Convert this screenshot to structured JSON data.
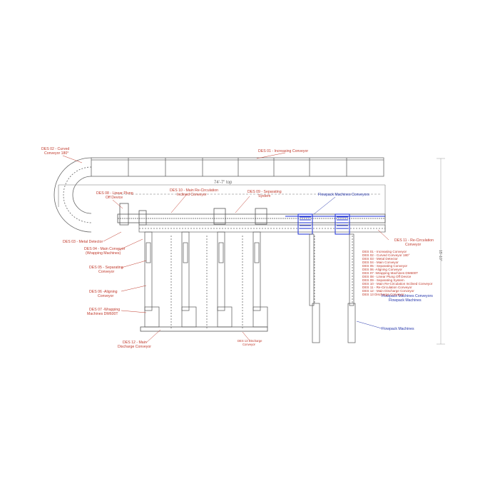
{
  "title": "",
  "dimension_top": "74'-7\" top",
  "dimension_right": "15'-10\"",
  "labels": {
    "des02": [
      "DES 02 - Curved",
      "Conveyor 180°"
    ],
    "des01": [
      "DES 01 - Increasing Conveyor"
    ],
    "des08": [
      "DES 08 - Linear Plung",
      "Off Device"
    ],
    "des10": [
      "DES 10 - Main Re-Circulation",
      "Inclined Conveyor"
    ],
    "des09": [
      "DES 09 - Separating",
      "System"
    ],
    "flowpack_top": [
      "Flowpack Machines Conveyors"
    ],
    "des03": [
      "DES 03 - Metal Detector"
    ],
    "des04": [
      "DES 04 - Main Conveyor",
      "(Wrapping Machines)"
    ],
    "des11": [
      "DES 11 - Re-Circulation",
      "Conveyor"
    ],
    "des05": [
      "DES 05 - Separating",
      "Conveyor"
    ],
    "des06": [
      "DES 06 -Aligning",
      "Conveyor"
    ],
    "des07": [
      "DES 07 -Wrapping",
      "Machines DM600T"
    ],
    "des12": [
      "DES 12 - Main",
      "Discharge Conveyor"
    ],
    "des13": [
      "DES 13 Discharge",
      "Conveyor"
    ],
    "flowpack_conv": [
      "Flowpack Machines Conveyors",
      "Flowpack Machines"
    ],
    "flowpack_mach": [
      "Flowpack Machines"
    ]
  },
  "legend": [
    "DES 01 - Increasing Conveyor",
    "DES 02 - Curved Conveyor 180°",
    "DES 03 - Metal Detector",
    "DES 04 - Main Conveyor",
    "DES 05 - Separating Conveyor",
    "DES 06 -Aligning Conveyor",
    "DES 07 -Wrapping Machines DM600T",
    "DES 08 - Linear Plung Off Device",
    "DES 09 - Separating System",
    "DES 10 - Main Re-Circulation Inclined Conveyor",
    "DES 11 - Re-Circulation Conveyor",
    "DES 12 - Main Discharge Conveyor",
    "DES 13 Discharge Conveyor"
  ],
  "colors": {
    "label_red": "#c0392b",
    "label_blue": "#2233aa",
    "line": "#555555",
    "highlight": "#1a2dd6"
  }
}
